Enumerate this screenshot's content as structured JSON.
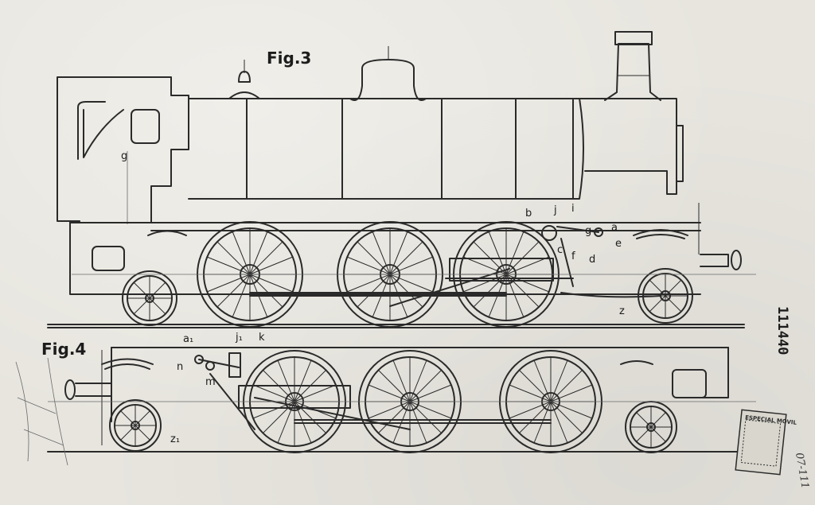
{
  "figure_labels": {
    "fig3": "Fig.3",
    "fig4": "Fig.4"
  },
  "patent_number": "111440",
  "stamp": {
    "text": "ESPECIAL MOVIL"
  },
  "handwriting": {
    "left_note": "...",
    "bottom_right": "07-111"
  },
  "fig3_labels": {
    "b": "b",
    "j": "j",
    "i": "i",
    "g": "g",
    "a": "a",
    "e": "e",
    "c": "c",
    "f": "f",
    "d": "d",
    "z": "z",
    "g_cab": "g"
  },
  "fig4_labels": {
    "a1": "a₁",
    "j1": "j₁",
    "k": "k",
    "n": "n",
    "m": "m",
    "z1": "z₁"
  }
}
